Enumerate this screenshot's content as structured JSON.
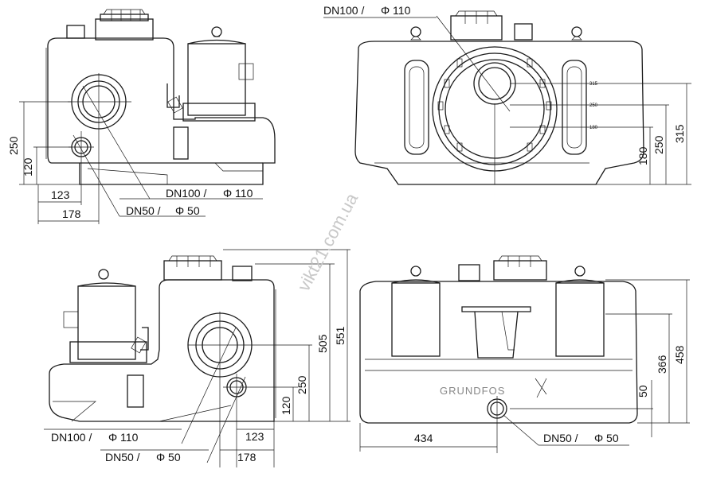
{
  "views": {
    "top_left": {
      "dn100_label": "DN100 /",
      "dn100_dia": "Φ 110",
      "dn50_label": "DN50 /",
      "dn50_dia": "Φ 50",
      "dim_250": "250",
      "dim_120": "120",
      "dim_123": "123",
      "dim_178": "178"
    },
    "top_right": {
      "dn100_label": "DN100 /",
      "dn100_dia": "Φ 110",
      "level_315": "315",
      "level_250": "250",
      "level_180": "180",
      "dim_180": "180",
      "dim_250": "250",
      "dim_315": "315"
    },
    "bottom_left": {
      "dn100_label": "DN100 /",
      "dn100_dia": "Φ 110",
      "dn50_label": "DN50 /",
      "dn50_dia": "Φ 50",
      "dim_551": "551",
      "dim_505": "505",
      "dim_250": "250",
      "dim_120": "120",
      "dim_123": "123",
      "dim_178": "178"
    },
    "bottom_right": {
      "dn50_label": "DN50 /",
      "dn50_dia": "Φ 50",
      "dim_458": "458",
      "dim_366": "366",
      "dim_50": "50",
      "dim_434": "434",
      "brand": "GRUNDFOS"
    }
  },
  "watermark": "vikt21.com.ua"
}
